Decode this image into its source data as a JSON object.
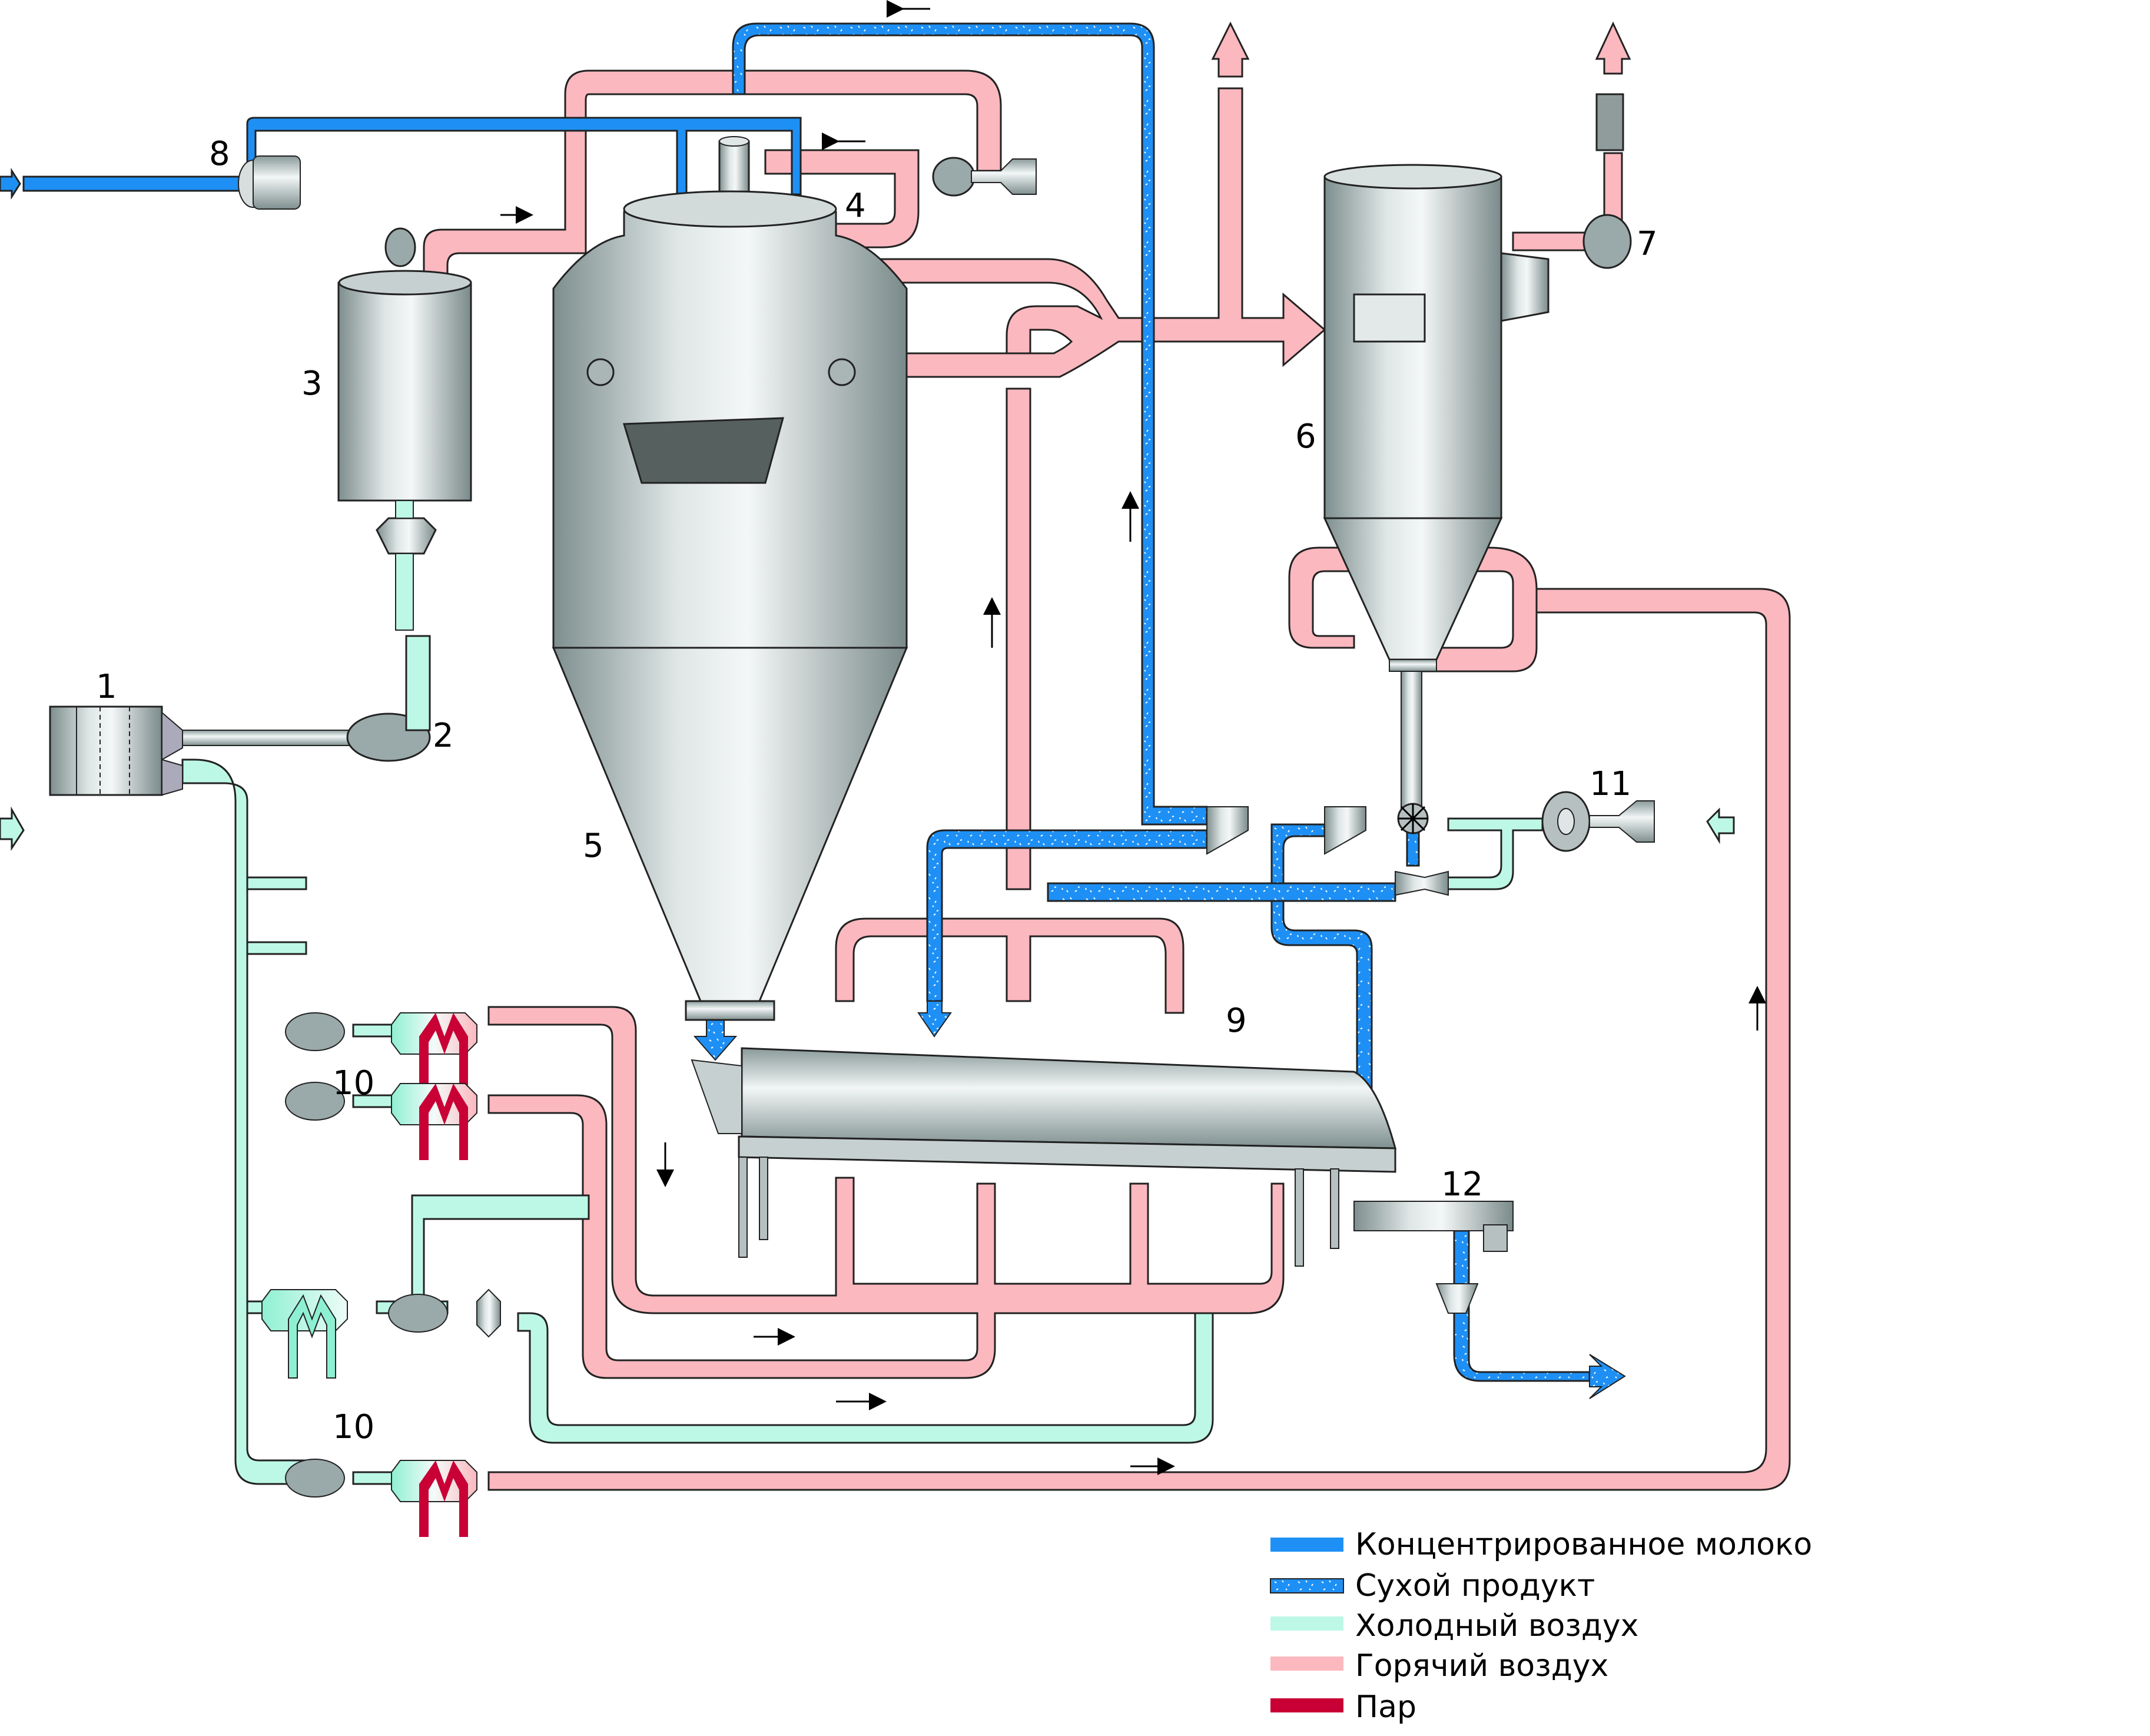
{
  "diagram": {
    "title": "Spray drying plant with fluid bed",
    "components": [
      {
        "id": "1",
        "label": "1"
      },
      {
        "id": "2",
        "label": "2"
      },
      {
        "id": "3",
        "label": "3"
      },
      {
        "id": "4",
        "label": "4"
      },
      {
        "id": "5",
        "label": "5"
      },
      {
        "id": "6",
        "label": "6"
      },
      {
        "id": "7",
        "label": "7"
      },
      {
        "id": "8",
        "label": "8"
      },
      {
        "id": "9",
        "label": "9"
      },
      {
        "id": "10a",
        "label": "10"
      },
      {
        "id": "10b",
        "label": "10"
      },
      {
        "id": "11",
        "label": "11"
      },
      {
        "id": "12",
        "label": "12"
      }
    ],
    "colors": {
      "concentrated_milk": "#1e90f5",
      "dry_product": "#1e90f5",
      "cold_air": "#bdf8e6",
      "hot_air": "#fbb8be",
      "steam": "#c80036",
      "equipment": "#b9c3c3"
    }
  },
  "legend": {
    "items": [
      {
        "key": "concentrated_milk",
        "label": "Концентрированное молоко",
        "color": "#1e90f5"
      },
      {
        "key": "dry_product",
        "label": "Сухой продукт",
        "color": "#1e90f5"
      },
      {
        "key": "cold_air",
        "label": "Холодный воздух",
        "color": "#bdf8e6"
      },
      {
        "key": "hot_air",
        "label": "Горячий воздух",
        "color": "#fbb8be"
      },
      {
        "key": "steam",
        "label": "Пар",
        "color": "#c80036"
      }
    ]
  }
}
